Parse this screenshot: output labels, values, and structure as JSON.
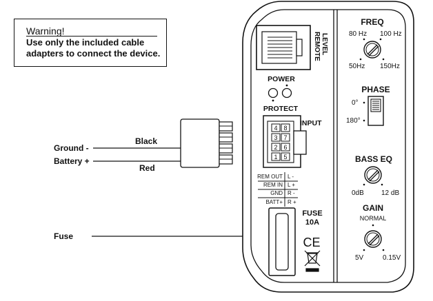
{
  "warning": {
    "title": "Warning!",
    "line1": "Use only the included cable",
    "line2": "adapters to connect the device."
  },
  "wiring": {
    "ground_label": "Ground -",
    "battery_label": "Battery +",
    "black_label": "Black",
    "red_label": "Red",
    "fuse_label": "Fuse"
  },
  "panel": {
    "remote_level_line1": "REMOTE",
    "remote_level_line2": "LEVEL",
    "power_label": "POWER",
    "protect_label": "PROTECT",
    "input_label": "INPUT",
    "connector_pins": [
      "4",
      "8",
      "3",
      "7",
      "2",
      "6",
      "1",
      "5"
    ],
    "pin_table": {
      "left": [
        "REM OUT",
        "REM IN",
        "GND",
        "BATT+"
      ],
      "right": [
        "L -",
        "L +",
        "R -",
        "R +"
      ]
    },
    "fuse_line1": "FUSE",
    "fuse_line2": "10A",
    "ce_mark": "CE"
  },
  "controls": {
    "freq_title": "FREQ",
    "freq_marks": [
      "80 Hz",
      "100 Hz",
      "50Hz",
      "150Hz"
    ],
    "phase_title": "PHASE",
    "phase_marks": [
      "0°",
      "180°"
    ],
    "bass_eq_title": "BASS EQ",
    "bass_eq_marks": [
      "0dB",
      "12 dB"
    ],
    "gain_title": "GAIN",
    "gain_subtitle": "NORMAL",
    "gain_marks": [
      "5V",
      "0.15V"
    ]
  },
  "icons": [
    "rj45-port-icon",
    "led-icon",
    "knob-icon",
    "slide-switch-icon",
    "ce-mark-icon",
    "weee-bin-icon",
    "plug-icon"
  ]
}
